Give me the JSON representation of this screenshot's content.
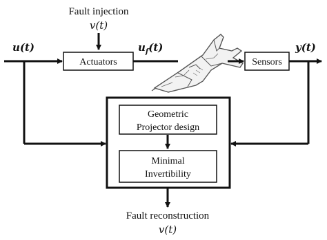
{
  "labels": {
    "fault_injection_title": "Fault injection",
    "fault_injection_signal": "v(t)",
    "input_signal": "u(t)",
    "fault_input_signal": "u",
    "fault_input_sub": "f",
    "fault_input_arg": "(t)",
    "output_signal": "y(t)",
    "fault_reconstruction_title": "Fault reconstruction",
    "fault_reconstruction_signal": "v(t)"
  },
  "blocks": {
    "actuators": "Actuators",
    "sensors": "Sensors",
    "geometric_projector_line1": "Geometric",
    "geometric_projector_line2": "Projector design",
    "minimal_invertibility_line1": "Minimal",
    "minimal_invertibility_line2": "Invertibility"
  },
  "colors": {
    "line": "#111111",
    "aircraft_body": "#f2f2f2",
    "aircraft_detail": "#555555"
  },
  "icons": {
    "aircraft": "fighter-jet-icon"
  }
}
